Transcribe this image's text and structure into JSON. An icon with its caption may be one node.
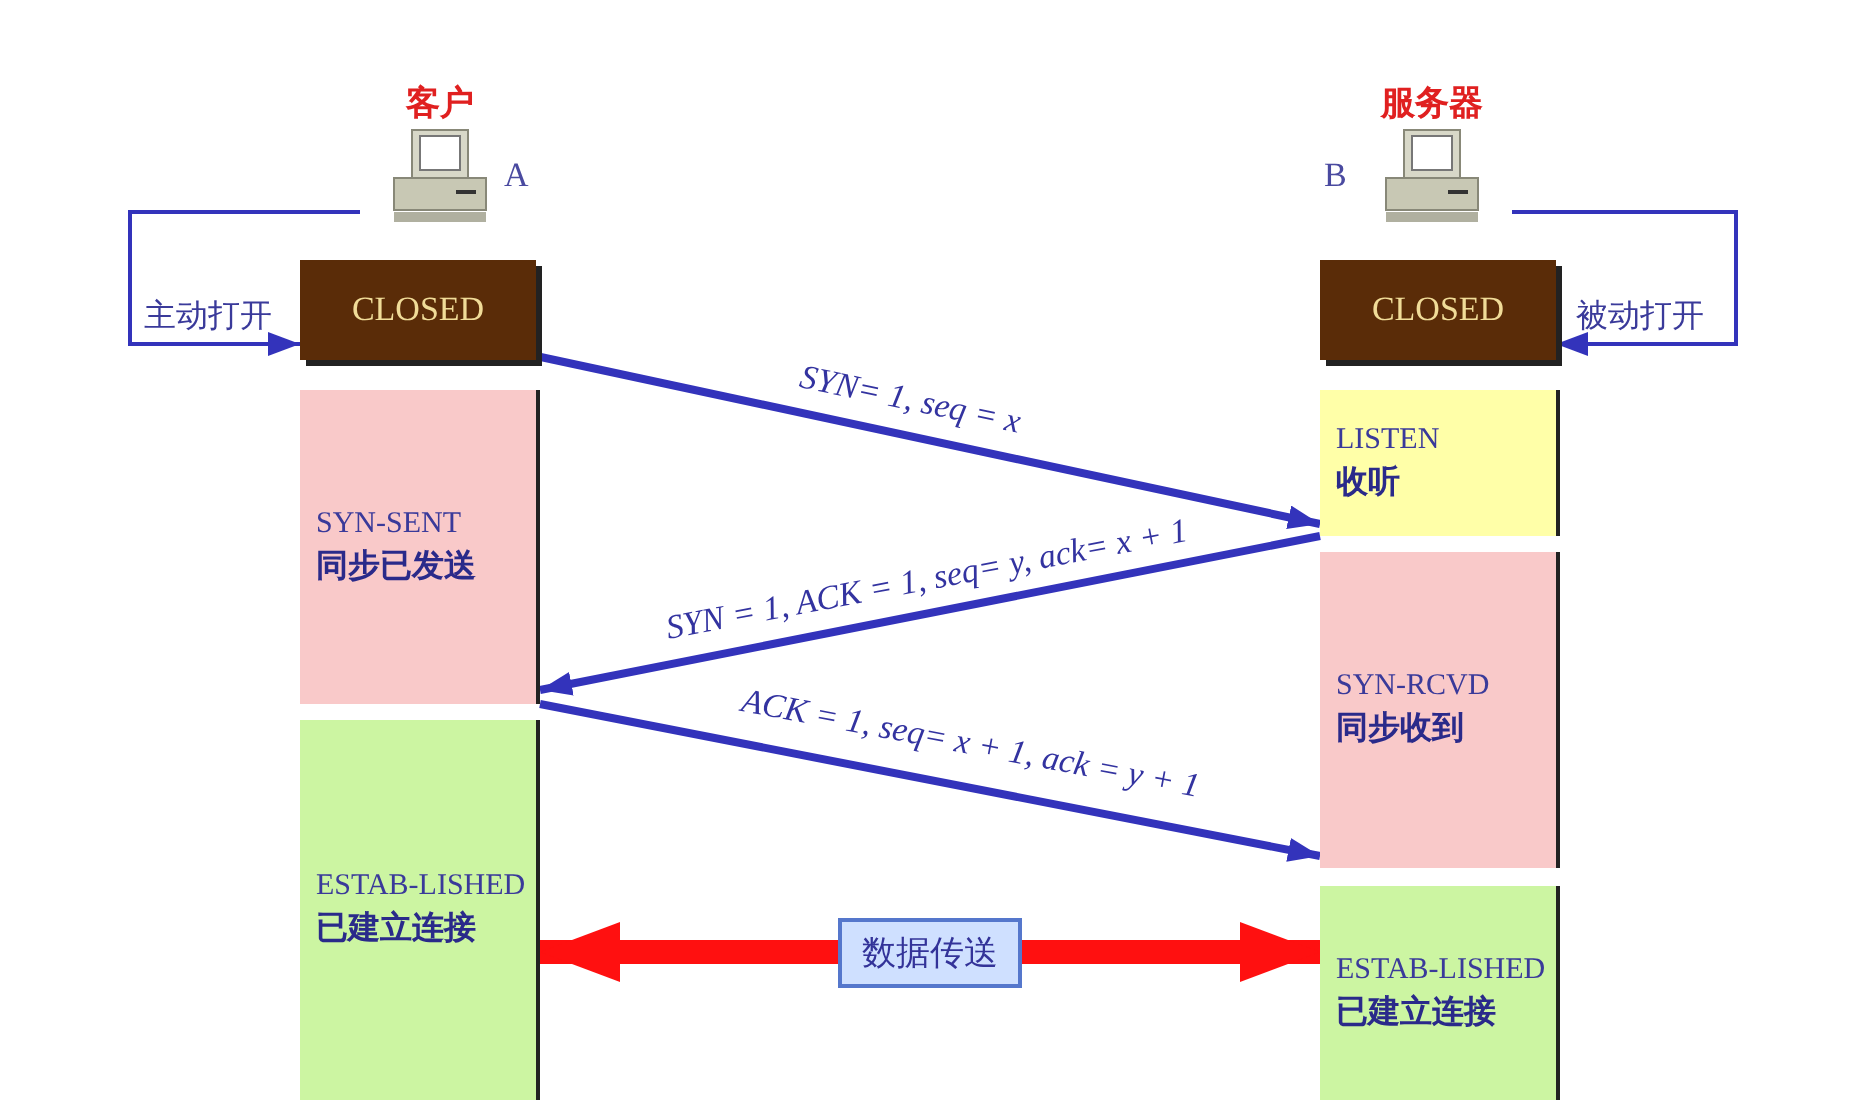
{
  "diagram": {
    "nodes": [
      {
        "text": [
          "客户"
        ],
        "beside": [
          "A"
        ]
      },
      {
        "text": [
          "服务器"
        ],
        "beside": [
          "B"
        ]
      },
      {
        "text": [
          "CLOSED"
        ]
      },
      {
        "text": [
          "CLOSED"
        ]
      },
      {
        "text": [
          "SYN-SENT",
          "同步已发送"
        ]
      },
      {
        "text": [
          "LISTEN",
          "收听"
        ]
      },
      {
        "text": [
          "SYN-RCVD",
          "同步收到"
        ]
      },
      {
        "text": [
          "ESTAB-LISHED",
          "已建立连接"
        ]
      },
      {
        "text": [
          "ESTAB-LISHED",
          "已建立连接"
        ]
      }
    ],
    "edges": [
      {
        "from": 0,
        "to": 2,
        "arrow": "to",
        "label": "主动打开"
      },
      {
        "from": 1,
        "to": 3,
        "arrow": "to",
        "label": "被动打开"
      },
      {
        "from": 2,
        "to": 5,
        "arrow": "to",
        "label": "SYN= 1, seq = x"
      },
      {
        "from": 5,
        "to": 4,
        "arrow": "to",
        "label": "SYN = 1, ACK = 1, seq= y, ack= x + 1"
      },
      {
        "from": 4,
        "to": 6,
        "arrow": "to",
        "label": "ACK = 1, seq= x + 1, ack = y + 1"
      },
      {
        "from": 7,
        "to": 8,
        "arrow": "both",
        "label": "数据传送",
        "style": "thick",
        "color": "#ff1010"
      }
    ]
  }
}
